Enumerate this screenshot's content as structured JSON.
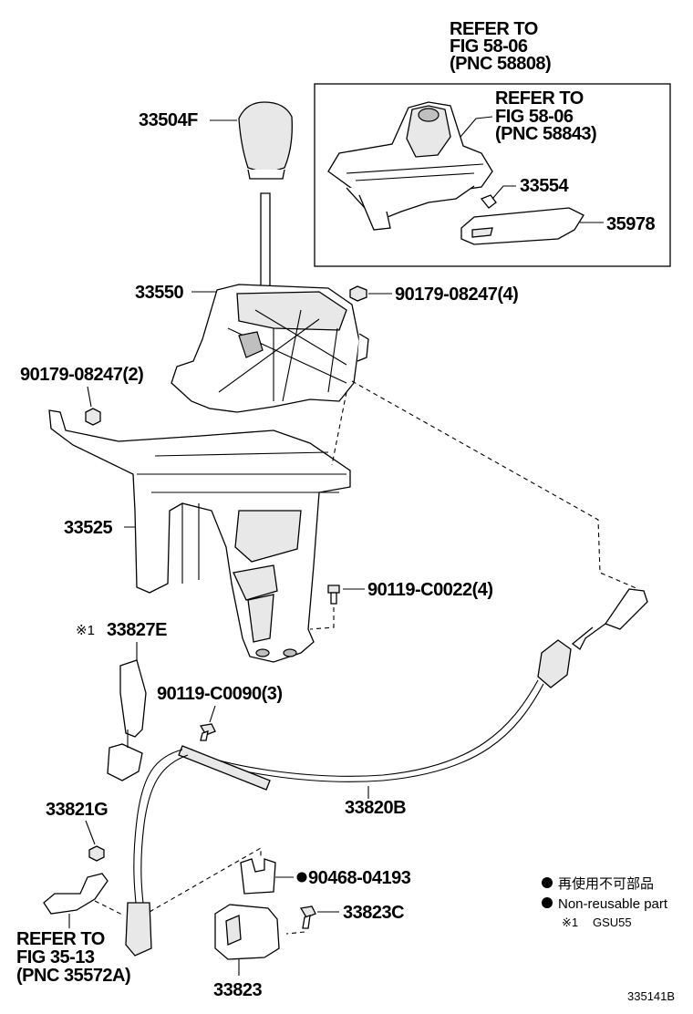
{
  "labels": {
    "refer_outer_1": "REFER TO",
    "refer_outer_2": "FIG 58-06",
    "refer_outer_3": "(PNC 58808)",
    "refer_inner_1": "REFER TO",
    "refer_inner_2": "FIG 58-06",
    "refer_inner_3": "(PNC 58843)",
    "p33504F": "33504F",
    "p33554": "33554",
    "p35978": "35978",
    "p33550": "33550",
    "p90179_08247_4": "90179-08247(4)",
    "p90179_08247_2": "90179-08247(2)",
    "p33525": "33525",
    "p90119_C0022_4": "90119-C0022(4)",
    "mark1_33827E": "※1",
    "p33827E": "33827E",
    "p90119_C0090_3": "90119-C0090(3)",
    "p33821G": "33821G",
    "p33820B": "33820B",
    "p90468_04193": "90468-04193",
    "p33823C": "33823C",
    "p33823": "33823",
    "refer_bottom_1": "REFER TO",
    "refer_bottom_2": "FIG 35-13",
    "refer_bottom_3": "(PNC 35572A)"
  },
  "legend": {
    "line1": "再使用不可部品",
    "line2": "Non-reusable part",
    "line3_mark": "※1",
    "line3_text": "GSU55"
  },
  "figure_id": "335141B"
}
